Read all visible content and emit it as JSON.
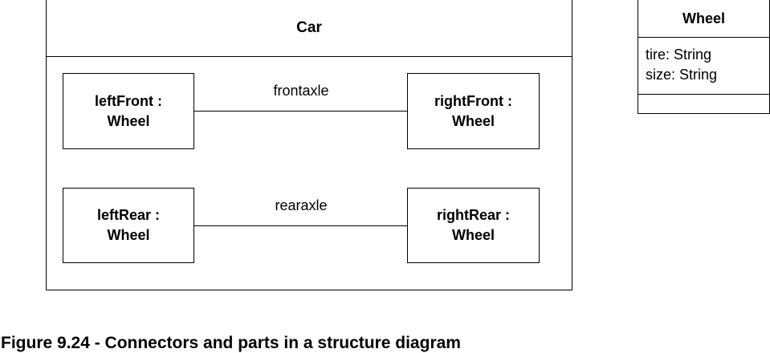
{
  "car": {
    "name": "Car",
    "parts": {
      "left_front": {
        "line1": "leftFront :",
        "line2": "Wheel"
      },
      "right_front": {
        "line1": "rightFront :",
        "line2": "Wheel"
      },
      "left_rear": {
        "line1": "leftRear :",
        "line2": "Wheel"
      },
      "right_rear": {
        "line1": "rightRear :",
        "line2": "Wheel"
      }
    },
    "connectors": {
      "front": "frontaxle",
      "rear": "rearaxle"
    }
  },
  "wheel": {
    "name": "Wheel",
    "attributes": [
      "tire: String",
      "size: String"
    ]
  },
  "caption": "Figure 9.24 - Connectors and parts in a structure diagram"
}
